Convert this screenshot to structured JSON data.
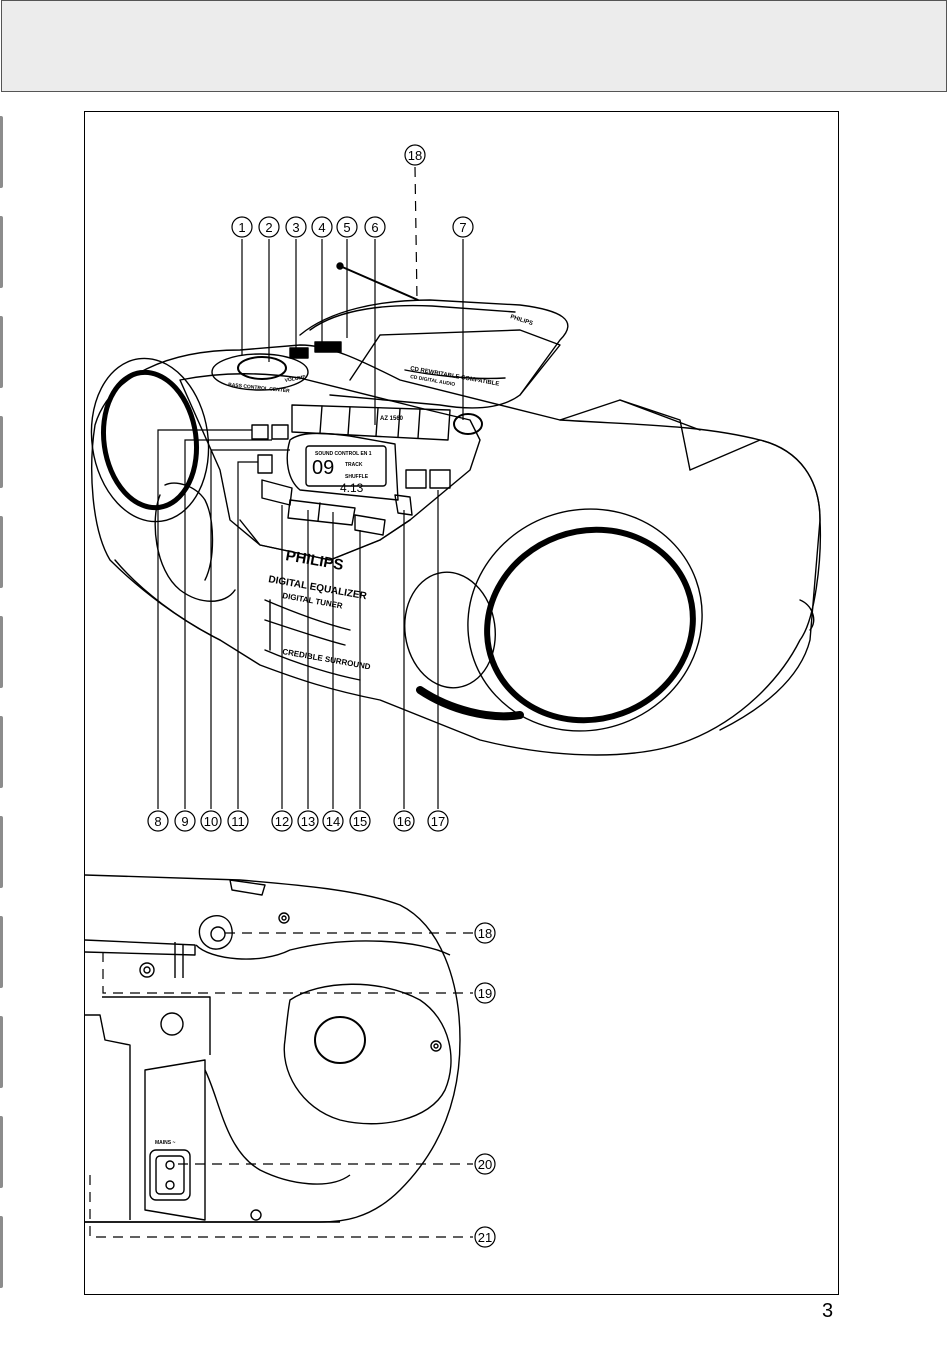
{
  "page": {
    "number": "3"
  },
  "device_labels": {
    "brand": "PHILIPS",
    "brand_small": "PHILIPS",
    "eq_line1": "DIGITAL EQUALIZER",
    "eq_line2": "DIGITAL TUNER",
    "surround": "CREDIBLE SURROUND",
    "bass_control": "BASS CONTROL CENTER",
    "volume": "VOLUME",
    "lcd_main": "09",
    "lcd_track": "TRACK",
    "lcd_sub": "4.13",
    "lcd_shuffle": "SHUFFLE",
    "sound_control": "SOUND CONTROL EN 1",
    "cd_text1": "CD REWRITABLE COMPATIBLE",
    "cd_text2": "CD DIGITAL AUDIO",
    "model": "AZ 1560",
    "mains": "MAINS ~"
  },
  "callouts_top": [
    "1",
    "2",
    "3",
    "4",
    "5",
    "6",
    "7"
  ],
  "callout_antenna": "18",
  "callouts_bottom": [
    "8",
    "9",
    "10",
    "11",
    "12",
    "13",
    "14",
    "15",
    "16",
    "17"
  ],
  "callouts_rear": [
    "18",
    "19",
    "20",
    "21"
  ]
}
